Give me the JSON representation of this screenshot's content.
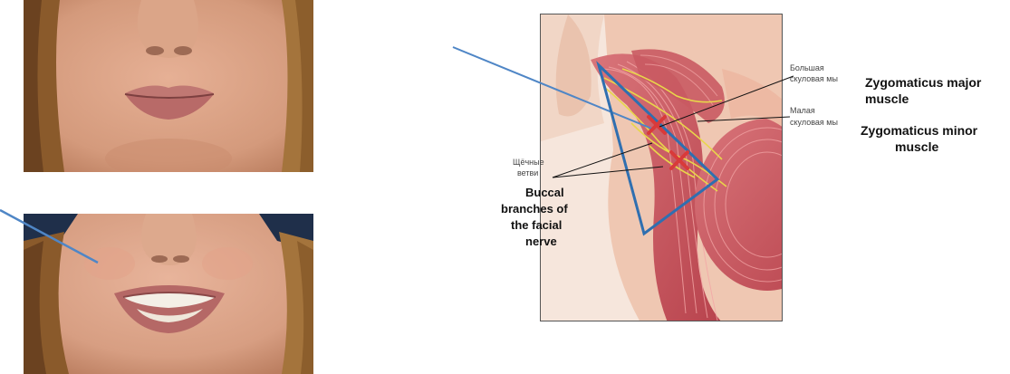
{
  "photos": {
    "top_alt": "",
    "bottom_alt": ""
  },
  "labels": {
    "zyg_major_ru_1": "Большая",
    "zyg_major_ru_2": "скуловая мы",
    "zyg_major_en_1": "Zygomaticus major",
    "zyg_major_en_2": "muscle",
    "zyg_minor_ru_1": "Малая",
    "zyg_minor_ru_2": "скуловая мы",
    "zyg_minor_en_1": "Zygomaticus minor",
    "zyg_minor_en_2": "muscle",
    "buccal_ru_1": "Щёчные",
    "buccal_ru_2": "ветви",
    "buccal_en_1": "Buccal",
    "buccal_en_2": "branches of",
    "buccal_en_3": "the facial",
    "buccal_en_4": "nerve"
  },
  "colors": {
    "triangle": "#2f6fb0",
    "pointer_line": "#4f86c6",
    "cross": "#d93a3a",
    "nerve": "#e8d64a",
    "muscle": "#c9505a",
    "skin": "#e8b79a"
  }
}
